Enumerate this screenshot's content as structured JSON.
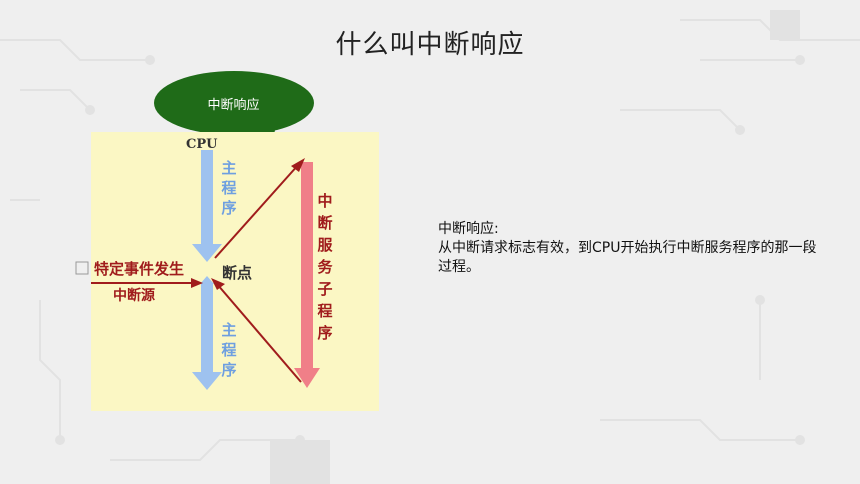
{
  "slide": {
    "title": "什么叫中断响应"
  },
  "callout": {
    "label": "中断响应"
  },
  "figure": {
    "cpu_label": "CPU",
    "main_program_label": "主程序",
    "service_routine_label": "中断服务子程序",
    "event_label": "特定事件发生",
    "source_label": "中断源",
    "breakpoint_label": "断点"
  },
  "description": {
    "heading": "中断响应:",
    "body": "从中断请求标志有效，到CPU开始执行中断服务程序的那一段过程。"
  },
  "colors": {
    "background": "#efefef",
    "figure_background": "#fbf7c4",
    "callout_green": "#1f6b18",
    "main_arrow_blue": "#9ec2ef",
    "service_arrow_red": "#f07f88",
    "dark_red": "#a01c1c"
  }
}
